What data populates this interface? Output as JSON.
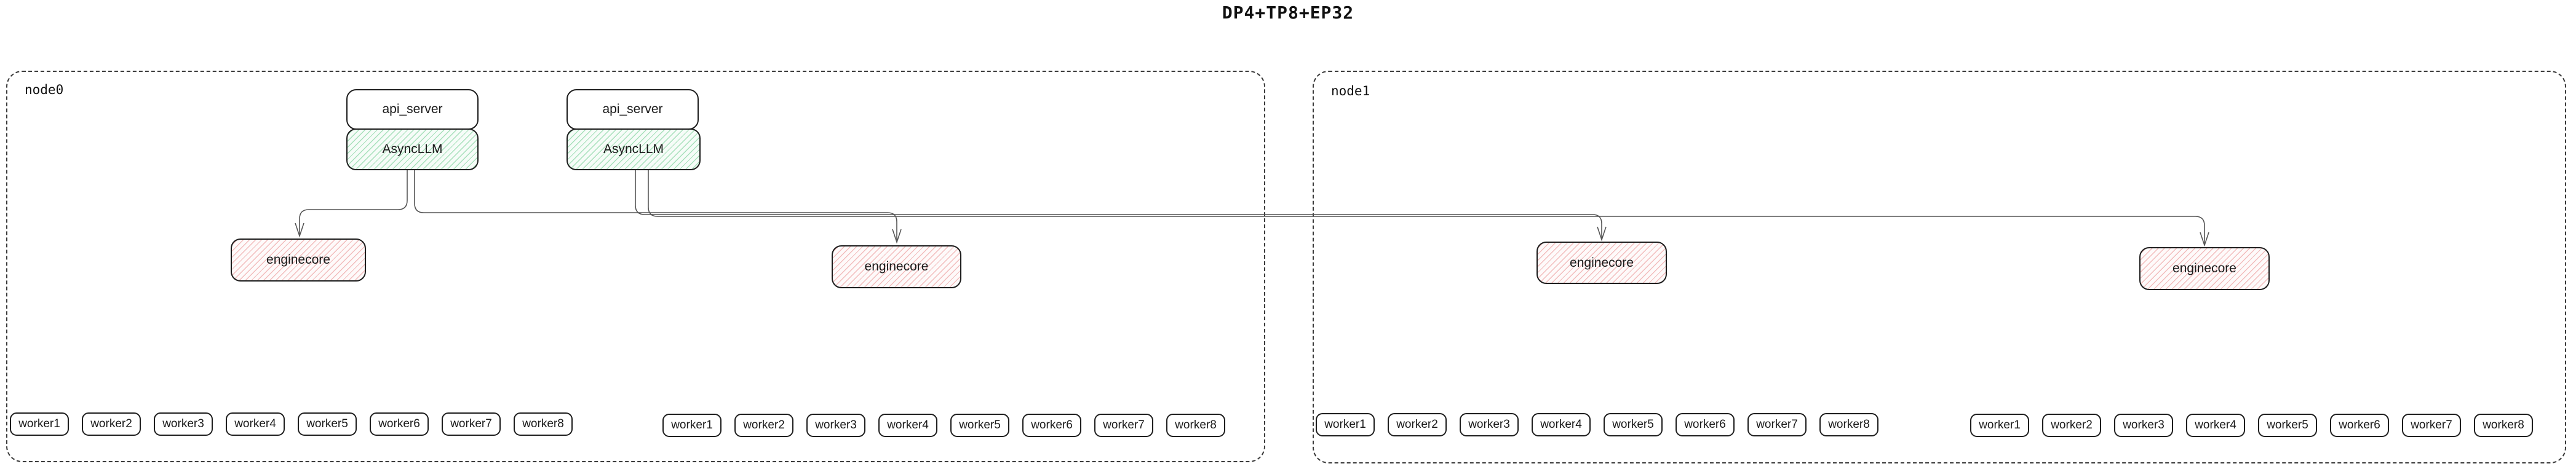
{
  "title": "DP4+TP8+EP32",
  "colors": {
    "border": "#1e1e1e",
    "line": "#555555",
    "green-bg": "#f6fcf8",
    "green-stripe": "#a6e0ba",
    "pink-bg": "#fefafa",
    "pink-stripe": "#f2bcbc"
  },
  "nodes": [
    {
      "label": "node0",
      "stacks": [
        {
          "api_server": "api_server",
          "async_llm": "AsyncLLM"
        },
        {
          "api_server": "api_server",
          "async_llm": "AsyncLLM"
        }
      ],
      "enginecores": [
        "enginecore",
        "enginecore"
      ],
      "worker_groups": [
        [
          "worker1",
          "worker2",
          "worker3",
          "worker4",
          "worker5",
          "worker6",
          "worker7",
          "worker8"
        ],
        [
          "worker1",
          "worker2",
          "worker3",
          "worker4",
          "worker5",
          "worker6",
          "worker7",
          "worker8"
        ]
      ]
    },
    {
      "label": "node1",
      "stacks": [],
      "enginecores": [
        "enginecore",
        "enginecore"
      ],
      "worker_groups": [
        [
          "worker1",
          "worker2",
          "worker3",
          "worker4",
          "worker5",
          "worker6",
          "worker7",
          "worker8"
        ],
        [
          "worker1",
          "worker2",
          "worker3",
          "worker4",
          "worker5",
          "worker6",
          "worker7",
          "worker8"
        ]
      ]
    }
  ]
}
